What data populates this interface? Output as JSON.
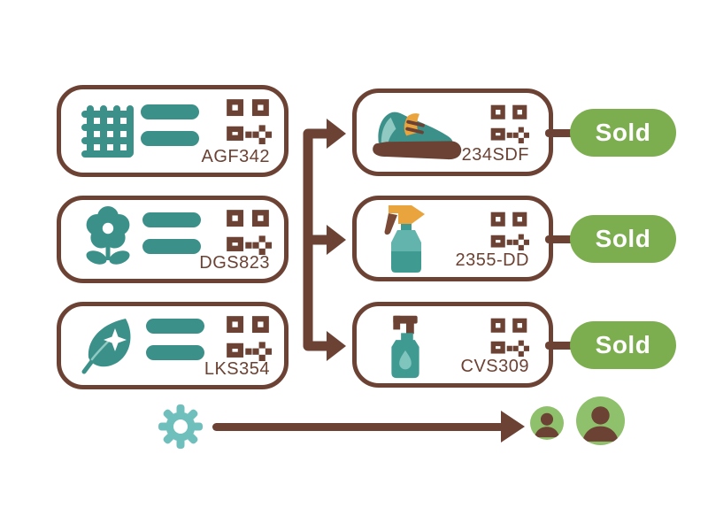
{
  "left_cards": [
    {
      "code": "AGF342",
      "icon": "fabric-mesh-icon"
    },
    {
      "code": "DGS823",
      "icon": "flower-icon"
    },
    {
      "code": "LKS354",
      "icon": "leaf-icon"
    }
  ],
  "right_cards": [
    {
      "code": "234SDF",
      "icon": "shoe-icon",
      "status": "Sold"
    },
    {
      "code": "2355-DD",
      "icon": "spray-bottle-icon",
      "status": "Sold"
    },
    {
      "code": "CVS309",
      "icon": "soap-dispenser-icon",
      "status": "Sold"
    }
  ],
  "icons": {
    "qr": "qr-code-icon",
    "equals": "equals-bars-icon",
    "gear": "gear-icon",
    "flow_arrow": "arrow-right-icon",
    "persons": [
      "person-icon-small",
      "person-icon-large"
    ]
  },
  "colors": {
    "brown": "#6B4233",
    "teal": "#3B918A",
    "teal_light": "#6FBFBC",
    "teal_pale": "#8FC9C2",
    "orange": "#E9A43E",
    "green": "#7CAE4F",
    "avatar_green": "#8FC06B",
    "background": "#FFFFFF"
  }
}
